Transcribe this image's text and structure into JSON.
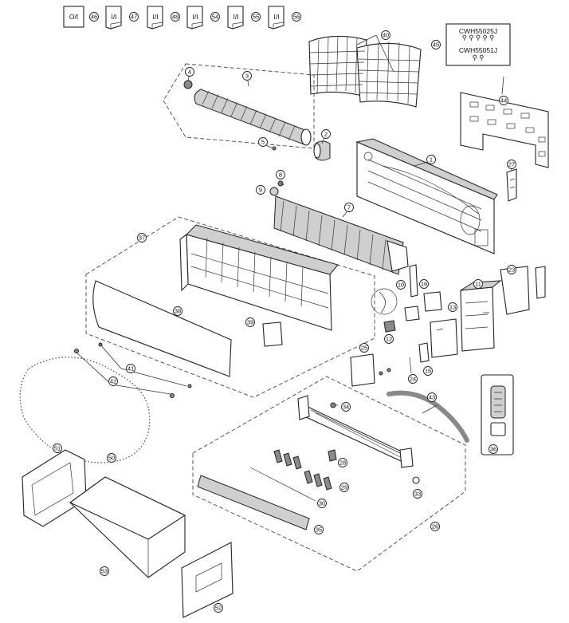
{
  "callouts": [
    {
      "id": "1",
      "label": "1"
    },
    {
      "id": "2",
      "label": "2"
    },
    {
      "id": "3",
      "label": "3"
    },
    {
      "id": "4",
      "label": "4"
    },
    {
      "id": "5",
      "label": "5"
    },
    {
      "id": "7",
      "label": "7"
    },
    {
      "id": "8",
      "label": "8"
    },
    {
      "id": "9",
      "label": "9"
    },
    {
      "id": "10",
      "label": "10"
    },
    {
      "id": "11",
      "label": "11"
    },
    {
      "id": "12",
      "label": "12"
    },
    {
      "id": "13",
      "label": "13"
    },
    {
      "id": "15",
      "label": "15"
    },
    {
      "id": "16",
      "label": "16"
    },
    {
      "id": "23",
      "label": "23"
    },
    {
      "id": "24",
      "label": "24"
    },
    {
      "id": "25",
      "label": "25"
    },
    {
      "id": "26",
      "label": "26"
    },
    {
      "id": "27",
      "label": "27"
    },
    {
      "id": "28",
      "label": "28"
    },
    {
      "id": "29",
      "label": "29"
    },
    {
      "id": "30",
      "label": "30"
    },
    {
      "id": "33",
      "label": "33"
    },
    {
      "id": "34",
      "label": "34"
    },
    {
      "id": "35",
      "label": "35"
    },
    {
      "id": "36",
      "label": "36"
    },
    {
      "id": "37",
      "label": "37"
    },
    {
      "id": "38",
      "label": "38"
    },
    {
      "id": "39",
      "label": "39"
    },
    {
      "id": "40",
      "label": "40"
    },
    {
      "id": "41",
      "label": "41"
    },
    {
      "id": "42",
      "label": "42"
    },
    {
      "id": "43",
      "label": "43"
    },
    {
      "id": "44",
      "label": "44"
    },
    {
      "id": "45",
      "label": "45"
    },
    {
      "id": "46",
      "label": "46"
    },
    {
      "id": "47",
      "label": "47"
    },
    {
      "id": "48",
      "label": "48"
    },
    {
      "id": "50",
      "label": "50"
    },
    {
      "id": "51",
      "label": "51"
    },
    {
      "id": "52",
      "label": "52"
    },
    {
      "id": "53",
      "label": "53"
    },
    {
      "id": "54",
      "label": "54"
    },
    {
      "id": "55",
      "label": "55"
    },
    {
      "id": "56",
      "label": "56"
    }
  ],
  "manuals": {
    "om": "O/I",
    "ii": "I/I"
  },
  "screw_kit": {
    "model_a": "CWH55025J",
    "model_b": "CWH55051J"
  }
}
